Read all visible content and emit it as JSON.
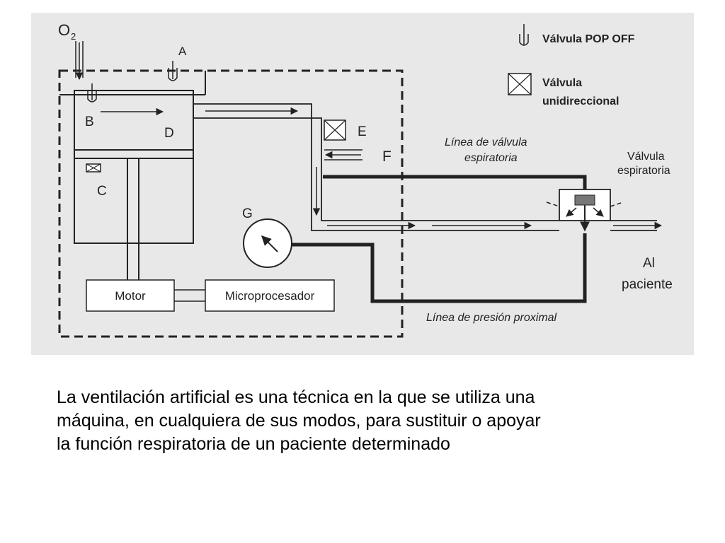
{
  "diagram": {
    "labels": {
      "o2": "O",
      "o2_sub": "2",
      "a": "A",
      "b": "B",
      "c": "C",
      "d": "D",
      "e": "E",
      "f": "F",
      "g": "G",
      "motor": "Motor",
      "microprocesador": "Microprocesador",
      "linea_valvula_1": "Línea de válvula",
      "linea_valvula_2": "espiratoria",
      "valvula_esp_1": "Válvula",
      "valvula_esp_2": "espiratoria",
      "al_paciente_1": "Al",
      "al_paciente_2": "paciente",
      "linea_presion": "Línea de presión proximal"
    },
    "legend": {
      "pop_off": "Válvula POP OFF",
      "unidireccional_1": "Válvula",
      "unidireccional_2": "unidireccional"
    }
  },
  "caption": {
    "line1": "La ventilación artificial es una técnica en la que se utiliza una",
    "line2": "máquina, en cualquiera de sus modos, para sustituir o apoyar",
    "line3": "la función respiratoria de un paciente determinado"
  }
}
